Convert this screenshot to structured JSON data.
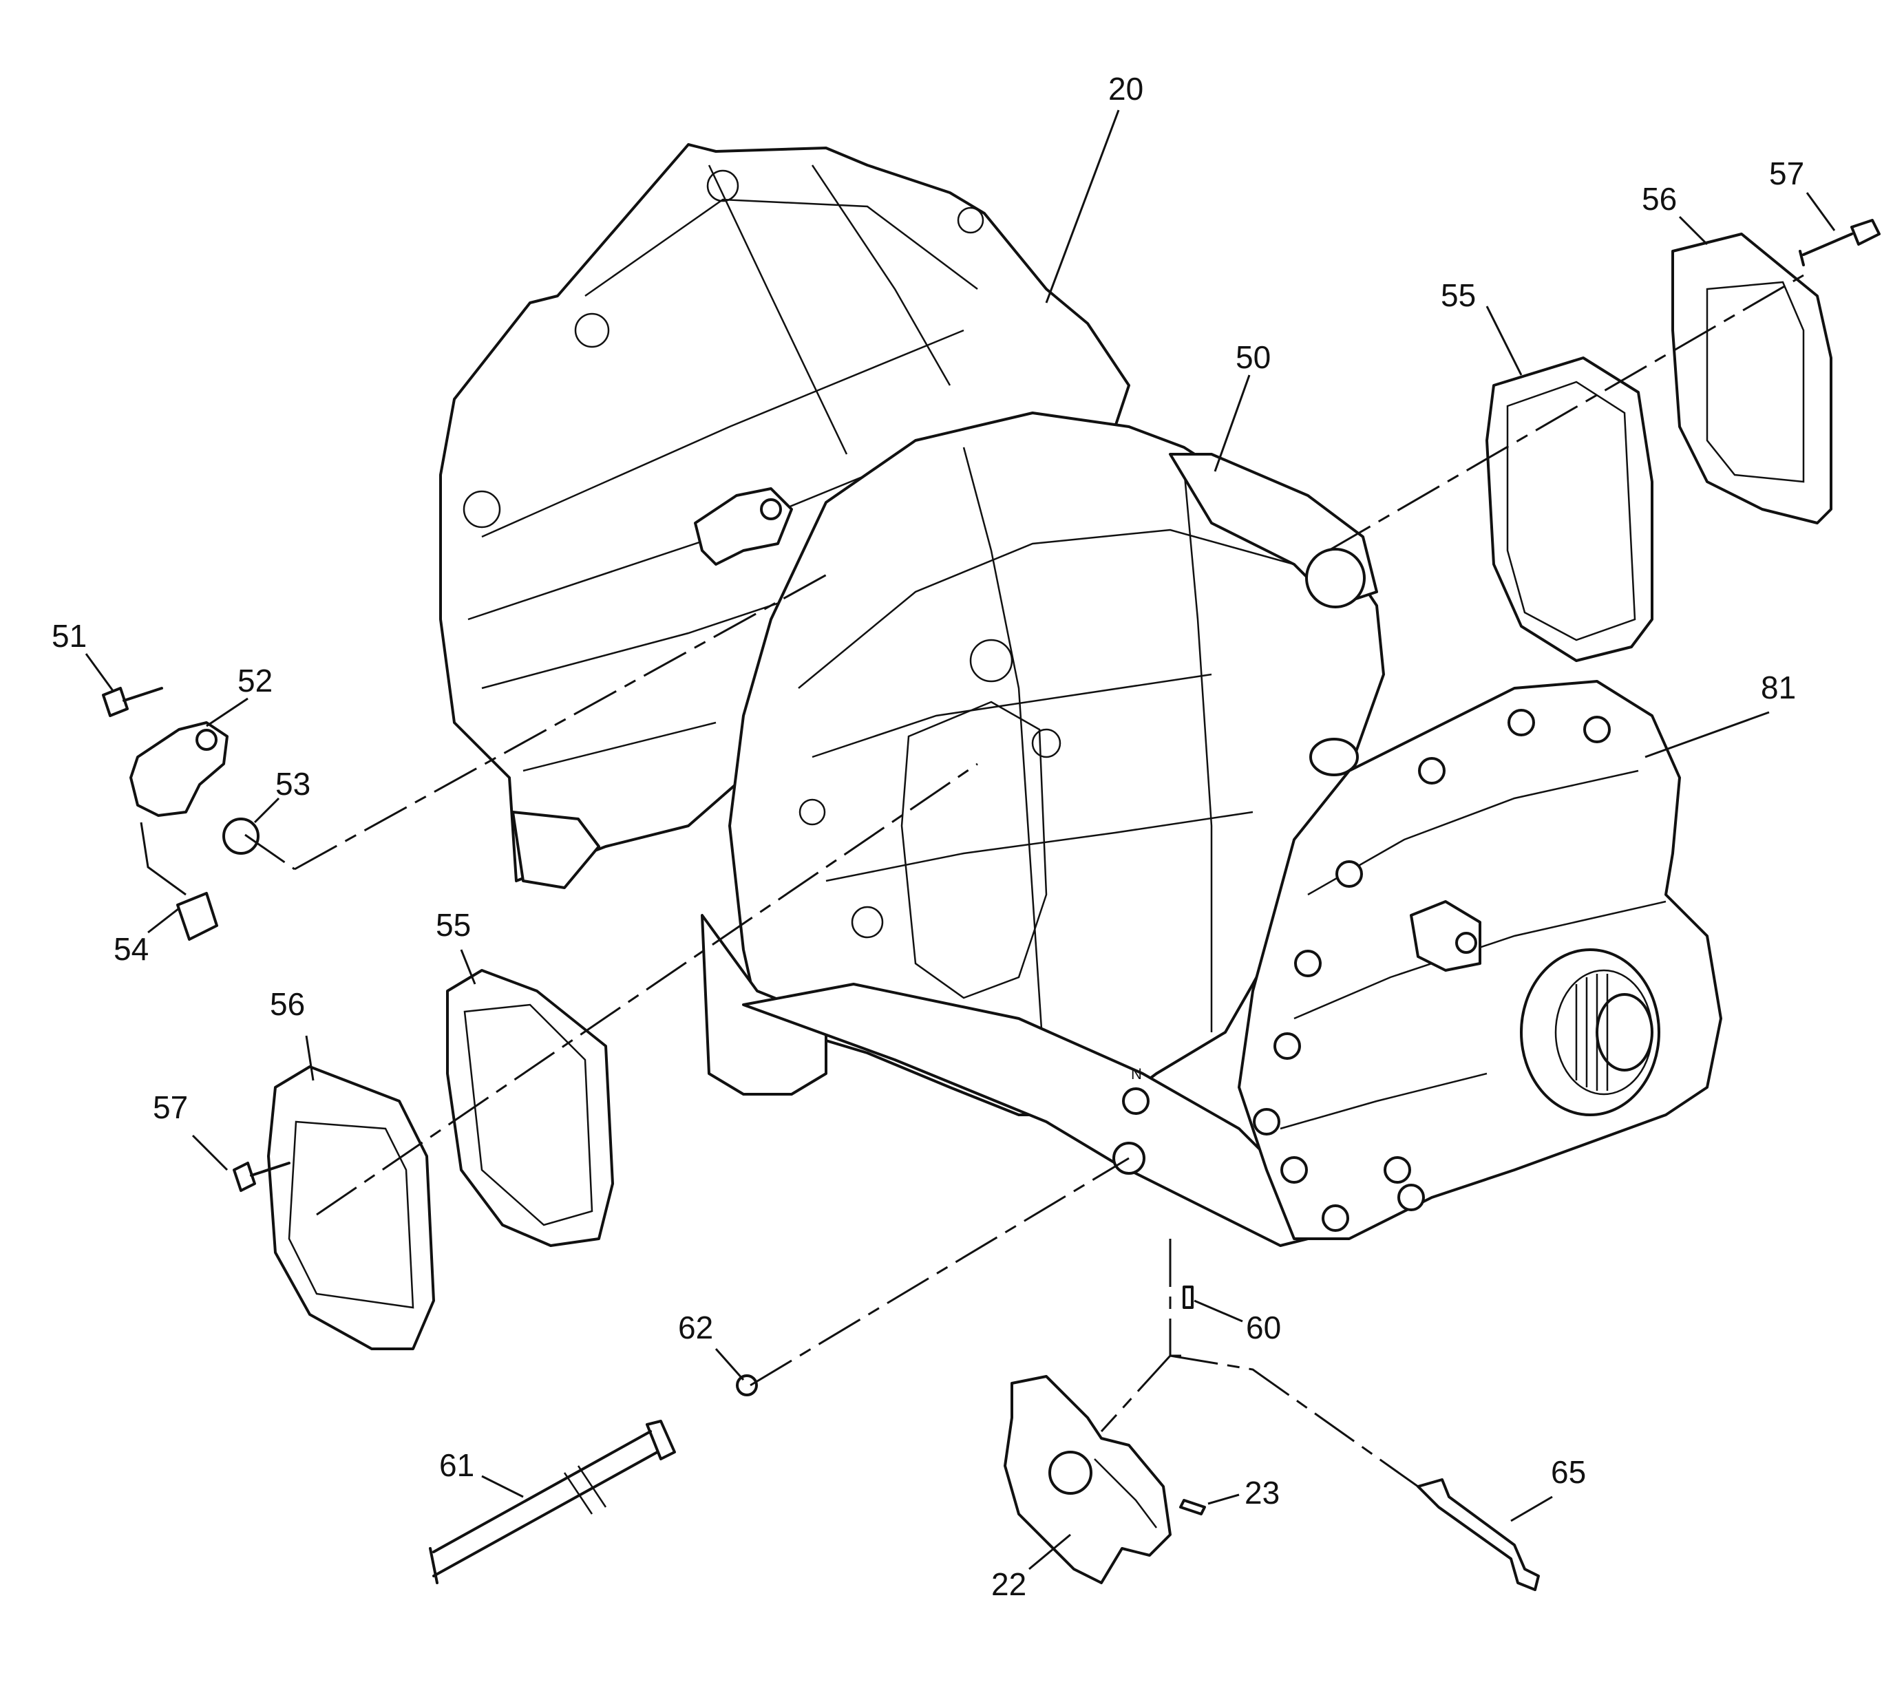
{
  "callouts": [
    {
      "id": "c20",
      "text": "20"
    },
    {
      "id": "c50",
      "text": "50"
    },
    {
      "id": "c55a",
      "text": "55"
    },
    {
      "id": "c56a",
      "text": "56"
    },
    {
      "id": "c57a",
      "text": "57"
    },
    {
      "id": "c81",
      "text": "81"
    },
    {
      "id": "c51",
      "text": "51"
    },
    {
      "id": "c52",
      "text": "52"
    },
    {
      "id": "c53",
      "text": "53"
    },
    {
      "id": "c54",
      "text": "54"
    },
    {
      "id": "c55b",
      "text": "55"
    },
    {
      "id": "c56b",
      "text": "56"
    },
    {
      "id": "c57b",
      "text": "57"
    },
    {
      "id": "c62",
      "text": "62"
    },
    {
      "id": "c60",
      "text": "60"
    },
    {
      "id": "c61",
      "text": "61"
    },
    {
      "id": "c23",
      "text": "23"
    },
    {
      "id": "c65",
      "text": "65"
    },
    {
      "id": "c22",
      "text": "22"
    }
  ],
  "housing_mark": "N"
}
